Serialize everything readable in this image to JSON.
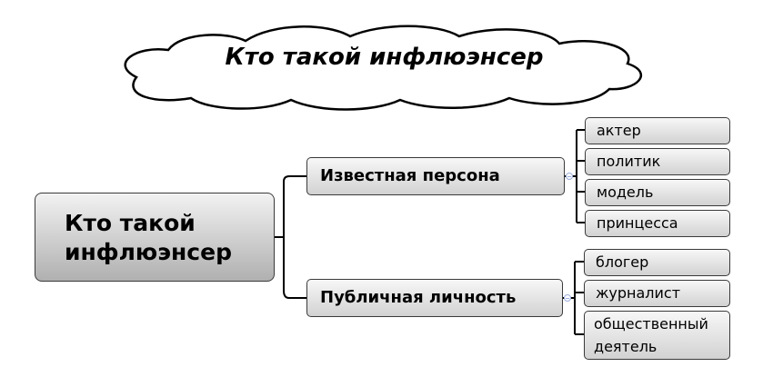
{
  "title": "Кто такой инфлюэнсер",
  "root": {
    "line1": "Кто такой",
    "line2": "инфлюэнсер"
  },
  "branches": [
    {
      "label": "Известная персона",
      "children": [
        "актер",
        "политик",
        "модель",
        "принцесса"
      ]
    },
    {
      "label": "Публичная личность",
      "children": [
        "блогер",
        "журналист",
        "общественный",
        "деятель"
      ]
    }
  ]
}
